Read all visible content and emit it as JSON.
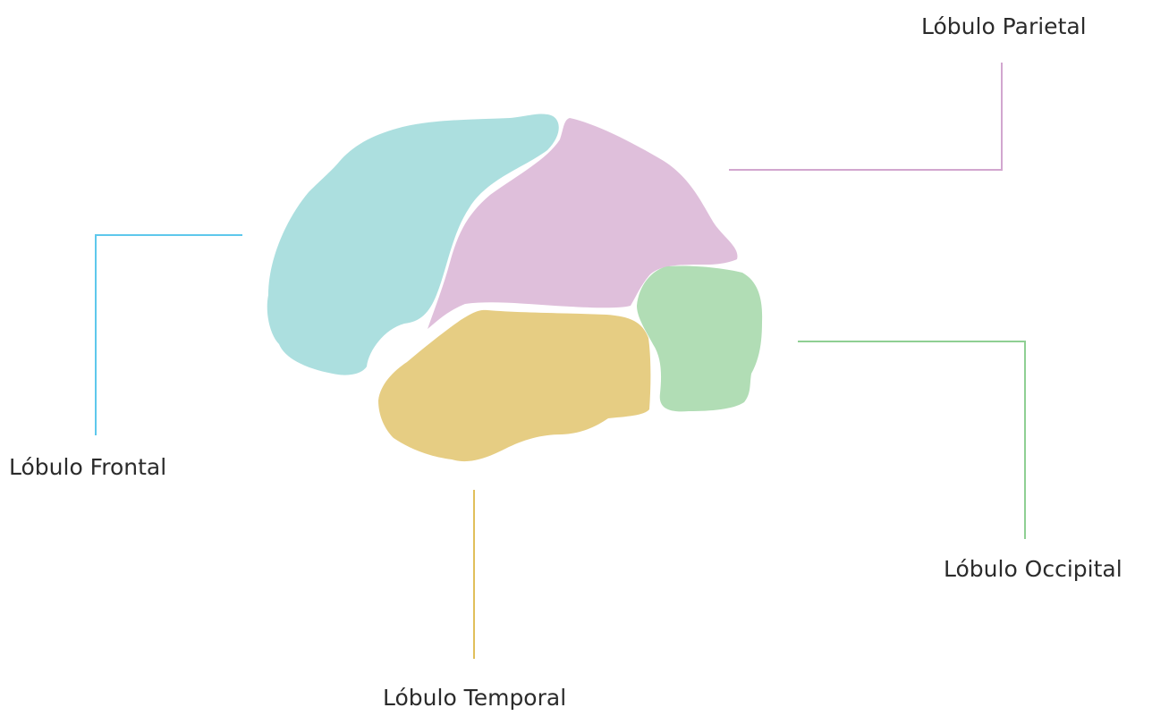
{
  "lobes": {
    "frontal": {
      "label": "Lóbulo Frontal",
      "color": "#acdfdf",
      "line_color": "#5ec8ec"
    },
    "parietal": {
      "label": "Lóbulo Parietal",
      "color": "#dfbfdb",
      "line_color": "#d2a6cf"
    },
    "occipital": {
      "label": "Lóbulo Occipital",
      "color": "#b1ddb5",
      "line_color": "#8fcf93"
    },
    "temporal": {
      "label": "Lóbulo Temporal",
      "color": "#e6cd83",
      "line_color": "#e1bf5a"
    }
  },
  "text_color": "#2b2b2b",
  "background": "#ffffff"
}
